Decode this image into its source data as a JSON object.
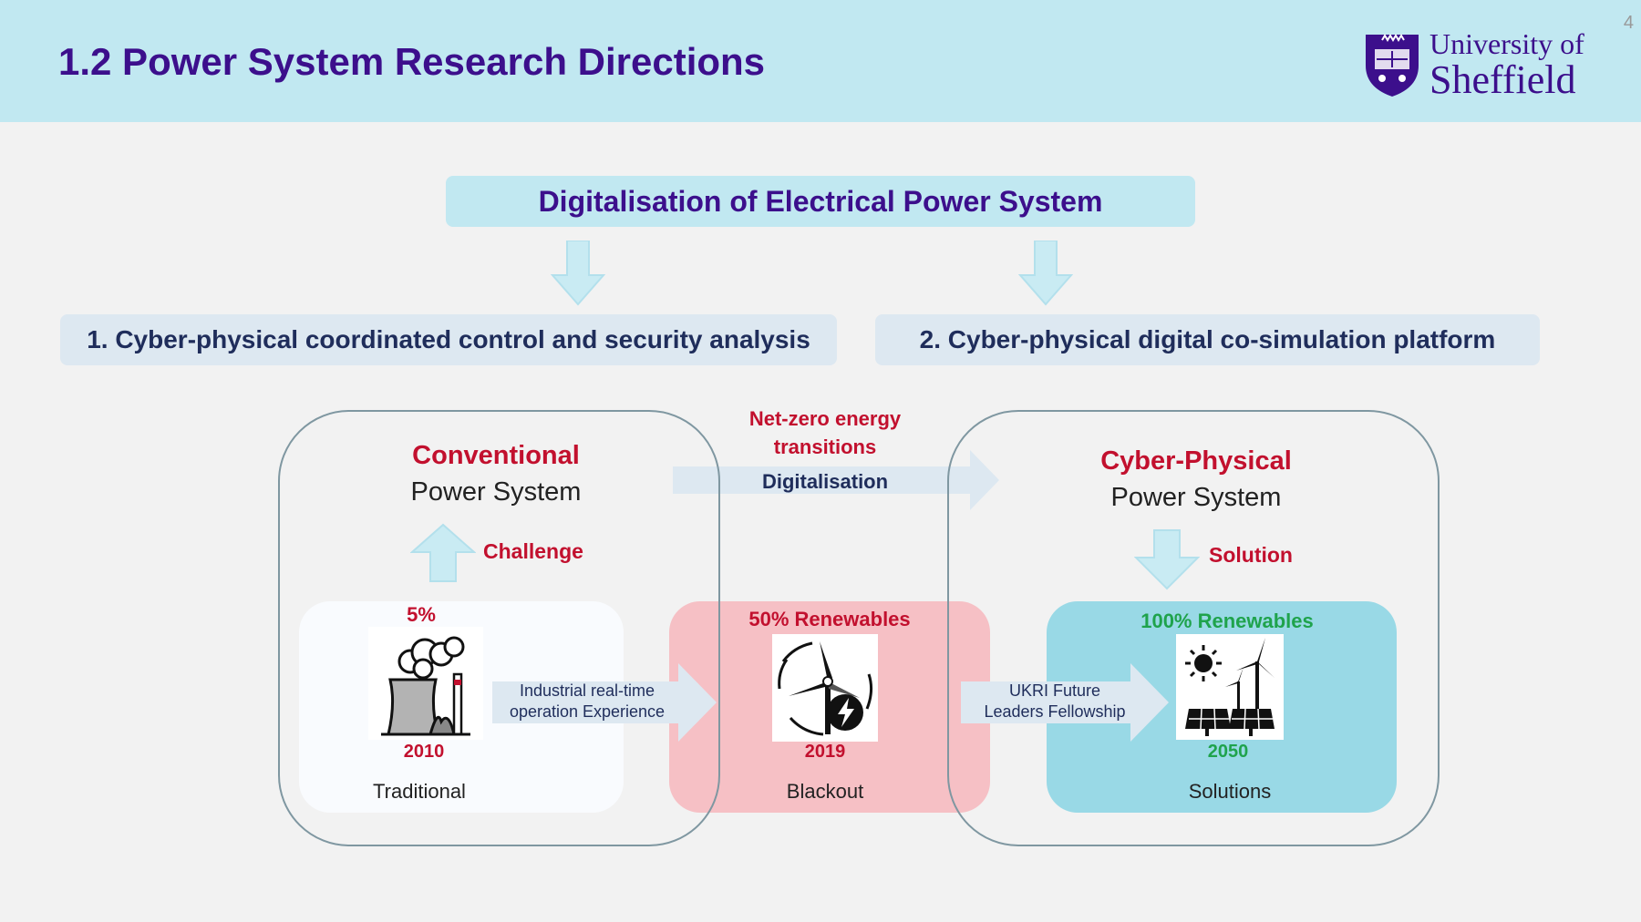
{
  "header": {
    "title": "1.2 Power System Research Directions",
    "page_number": "4",
    "logo_line1": "University of",
    "logo_line2": "Sheffield"
  },
  "top_box": "Digitalisation of Electrical Power System",
  "directions": [
    "1. Cyber-physical coordinated control and security analysis",
    "2. Cyber-physical digital co-simulation platform"
  ],
  "conventional": {
    "title": "Conventional",
    "subtitle": "Power System",
    "challenge": "Challenge"
  },
  "cyber_physical": {
    "title": "Cyber-Physical",
    "subtitle": "Power System",
    "solution": "Solution"
  },
  "transition": {
    "line1": "Net-zero energy",
    "line2": "transitions",
    "arrow_label": "Digitalisation"
  },
  "stages": [
    {
      "percent": "5%",
      "year": "2010",
      "label": "Traditional"
    },
    {
      "percent": "50% Renewables",
      "year": "2019",
      "label": "Blackout"
    },
    {
      "percent": "100% Renewables",
      "year": "2050",
      "label": "Solutions"
    }
  ],
  "links": [
    {
      "line1": "Industrial real-time",
      "line2": "operation Experience"
    },
    {
      "line1": "UKRI Future",
      "line2": "Leaders Fellowship"
    }
  ],
  "colors": {
    "header_bg": "#c1e8f1",
    "title_purple": "#3c0f8c",
    "red": "#c2102e",
    "green": "#1fa34c",
    "arrow": "#c9ebf3",
    "blackout_bg": "#f6c0c5",
    "solutions_bg": "#99d9e6"
  }
}
